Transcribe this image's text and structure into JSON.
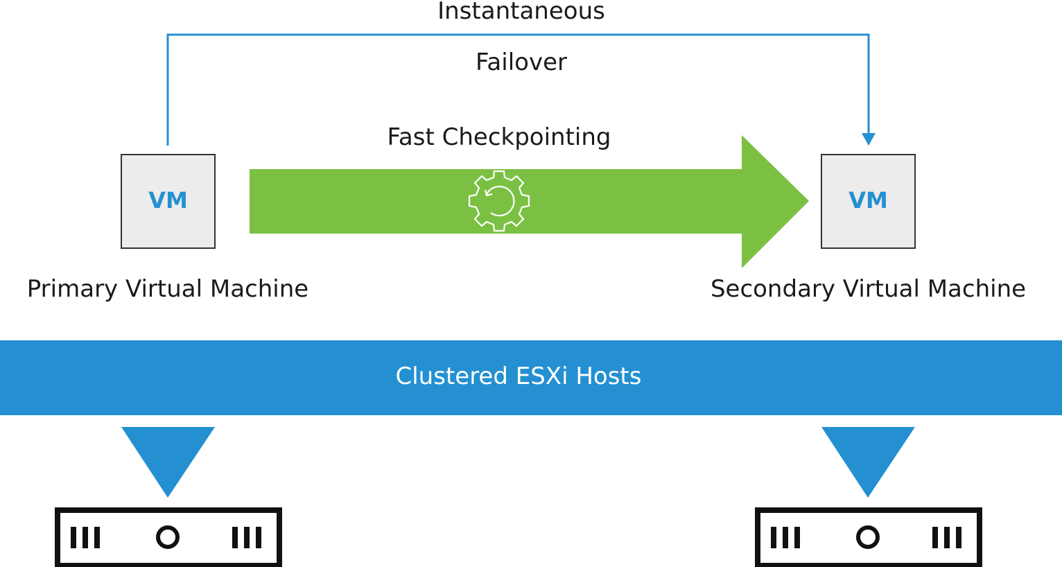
{
  "failover": {
    "line1": "Instantaneous",
    "line2": "Failover"
  },
  "checkpoint": {
    "label": "Fast Checkpointing"
  },
  "primary": {
    "vm_label": "VM",
    "name": "Primary Virtual Machine"
  },
  "secondary": {
    "vm_label": "VM",
    "name": "Secondary Virtual Machine"
  },
  "cluster": {
    "label": "Clustered ESXi Hosts"
  },
  "colors": {
    "accent_blue": "#2490d1",
    "arrow_green": "#7bc043",
    "vm_box_fill": "#ececec",
    "vm_box_stroke": "#333333",
    "server_stroke": "#111111"
  },
  "icons": {
    "checkpoint_icon": "gear-cycle-icon",
    "host_icon": "server-rack-icon",
    "down_arrow_icon": "triangle-down-icon"
  }
}
